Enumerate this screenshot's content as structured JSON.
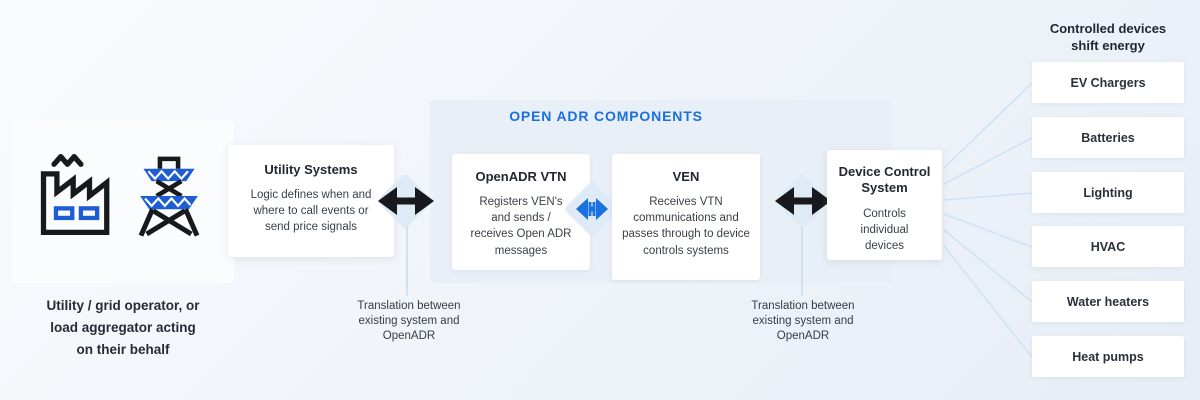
{
  "colors": {
    "accent_blue": "#1b6fe0",
    "icon_blue": "#1e5ed4",
    "arrow_black": "#17191d",
    "connector_blue": "#cfe3f4"
  },
  "left_group": {
    "icons": [
      "factory-icon",
      "transmission-tower-icon"
    ],
    "caption_lines": [
      "Utility / grid operator, or",
      "load aggregator acting",
      "on their behalf"
    ]
  },
  "utility_box": {
    "title": "Utility Systems",
    "body": "Logic defines when and where to call events or send price signals"
  },
  "open_adr_panel": {
    "title": "OPEN ADR COMPONENTS"
  },
  "vtn_box": {
    "title": "OpenADR VTN",
    "body": "Registers VEN's and sends / receives Open ADR messages"
  },
  "ven_box": {
    "title": "VEN",
    "body": "Receives VTN communications and passes through to device controls systems"
  },
  "device_control_box": {
    "title": "Device Control System",
    "body": "Controls individual devices"
  },
  "translations": {
    "left": "Translation between existing system and OpenADR",
    "right": "Translation between existing system and OpenADR"
  },
  "devices": {
    "heading_lines": [
      "Controlled devices",
      "shift energy"
    ],
    "items": [
      {
        "label": "EV Chargers"
      },
      {
        "label": "Batteries"
      },
      {
        "label": "Lighting"
      },
      {
        "label": "HVAC"
      },
      {
        "label": "Water heaters"
      },
      {
        "label": "Heat pumps"
      }
    ]
  }
}
